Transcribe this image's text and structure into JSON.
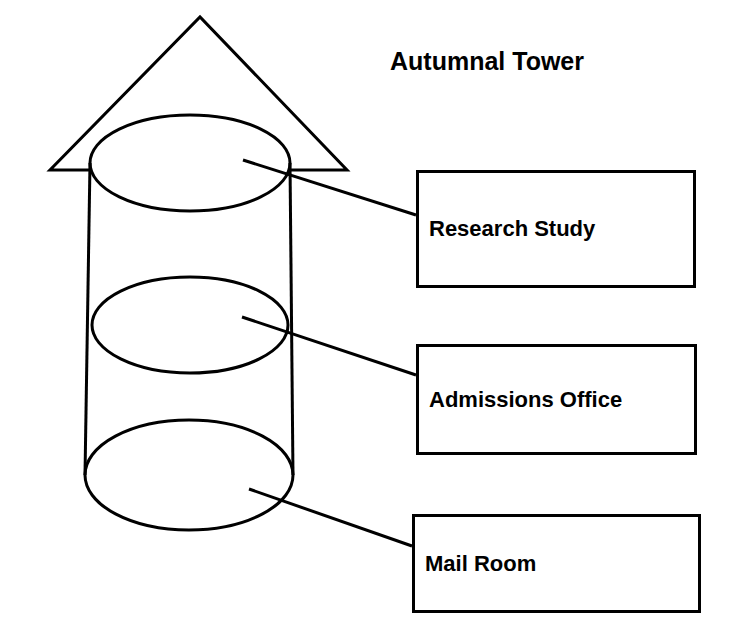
{
  "diagram": {
    "title": "Autumnal Tower",
    "nodes": [
      {
        "text": [
          "Research Study"
        ]
      },
      {
        "text": [
          "Admissions Office"
        ]
      },
      {
        "text": [
          "Mail Room"
        ]
      }
    ]
  }
}
